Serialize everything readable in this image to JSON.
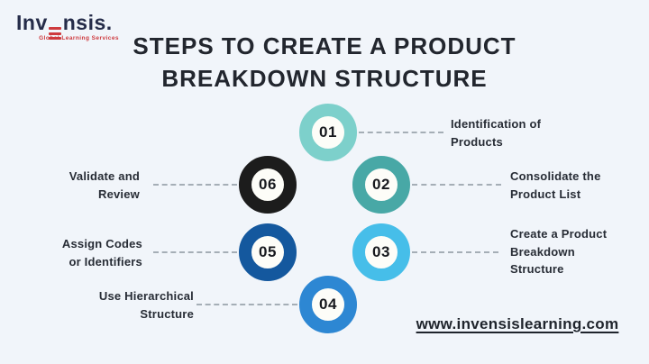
{
  "background_color": "#F1F5FA",
  "logo": {
    "text_before": "Inv",
    "text_after": "nsis.",
    "tagline": "Global Learning Services",
    "navy_color": "#252C49",
    "red_color": "#CE3A3E"
  },
  "title": {
    "text": "STEPS TO CREATE A PRODUCT\nBREAKDOWN STRUCTURE"
  },
  "steps": [
    {
      "number": "01",
      "label": "Identification of\nProducts",
      "ring_color": "#7DD0CB",
      "side": "right"
    },
    {
      "number": "02",
      "label": "Consolidate the\nProduct List",
      "ring_color": "#48A8A6",
      "side": "right"
    },
    {
      "number": "03",
      "label": "Create a Product\nBreakdown\nStructure",
      "ring_color": "#46BEE9",
      "side": "right"
    },
    {
      "number": "04",
      "label": "Use Hierarchical\nStructure",
      "ring_color": "#2D87D3",
      "side": "left"
    },
    {
      "number": "05",
      "label": "Assign Codes\nor Identifiers",
      "ring_color": "#14589E",
      "side": "left"
    },
    {
      "number": "06",
      "label": "Validate and\nReview",
      "ring_color": "#1C1C1C",
      "side": "left"
    }
  ],
  "footer": {
    "website": "www.invensislearning.com"
  }
}
